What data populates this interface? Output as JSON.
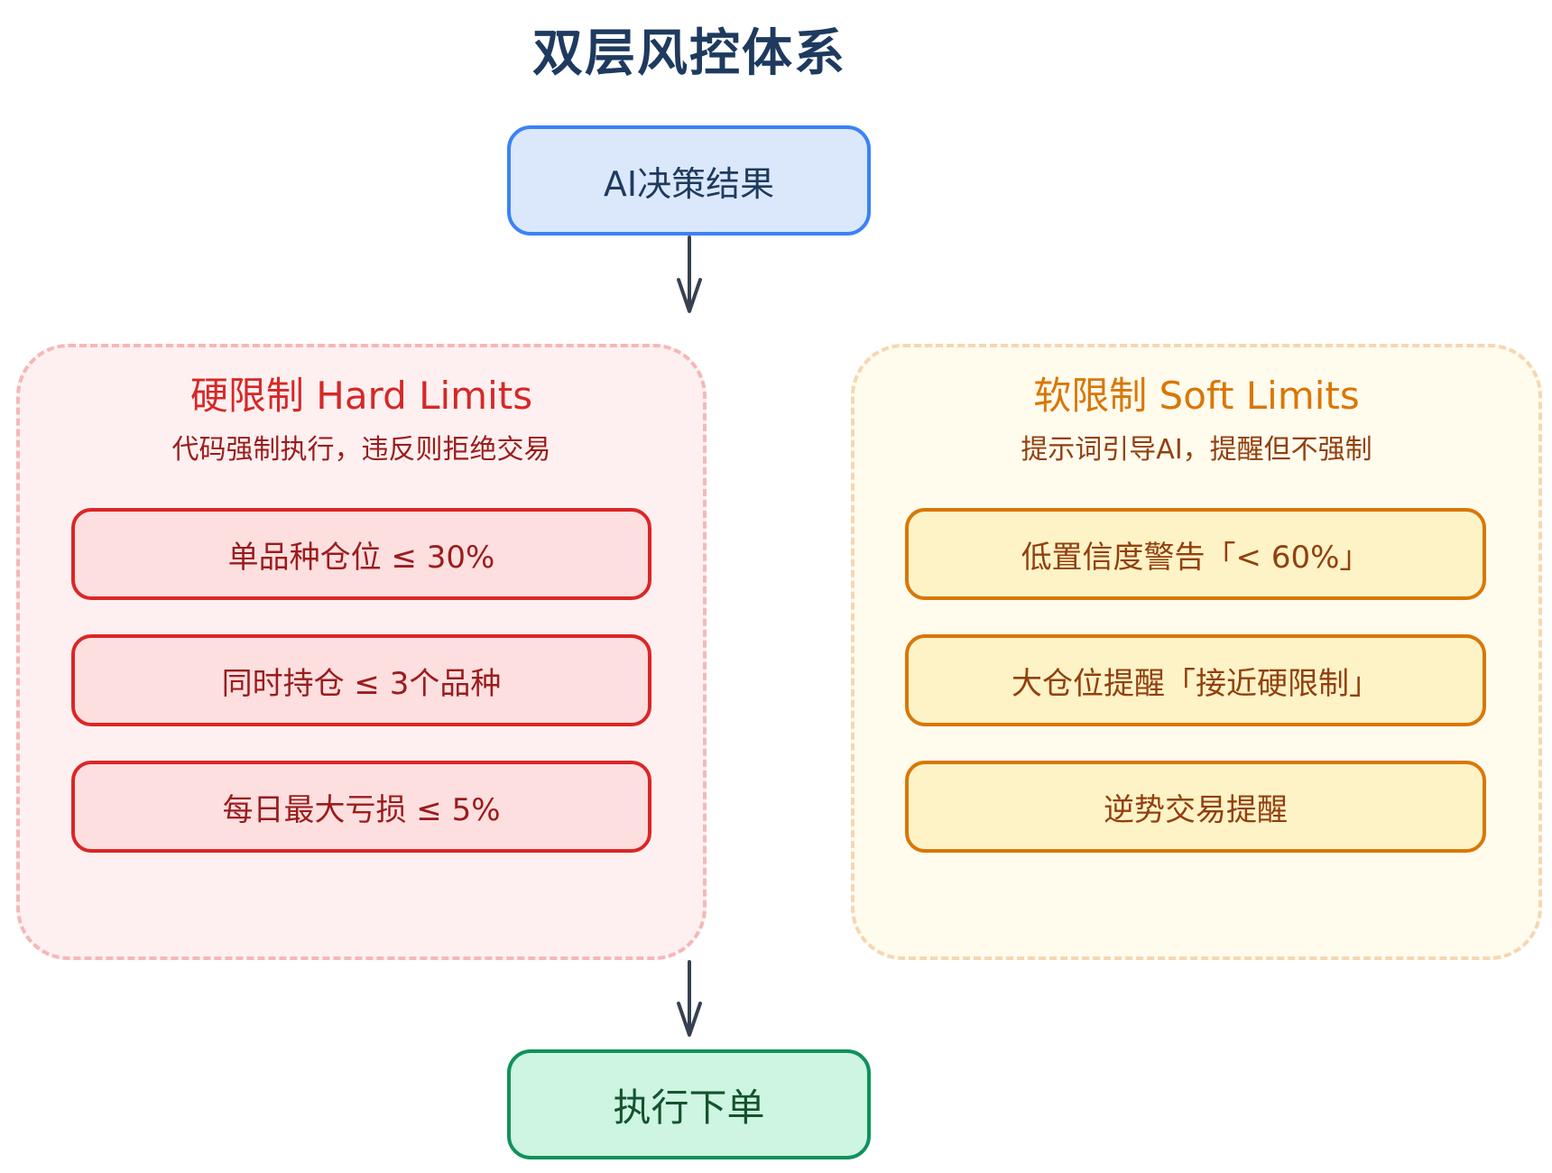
{
  "title": "双层风控体系",
  "nodes": {
    "ai_decision": "AI决策结果",
    "execute_order": "执行下单"
  },
  "hard_limits": {
    "title": "硬限制 Hard Limits",
    "subtitle": "代码强制执行，违反则拒绝交易",
    "items": [
      "单品种仓位 ≤ 30%",
      "同时持仓 ≤ 3个品种",
      "每日最大亏损 ≤ 5%"
    ]
  },
  "soft_limits": {
    "title": "软限制 Soft Limits",
    "subtitle": "提示词引导AI，提醒但不强制",
    "items": [
      "低置信度警告「< 60%」",
      "大仓位提醒「接近硬限制」",
      "逆势交易提醒"
    ]
  },
  "colors": {
    "title": "#1e3a5f",
    "ai_node_border": "#3b82f6",
    "ai_node_fill": "#dbe8fc",
    "hard_accent": "#dc2626",
    "hard_fill": "#fddfe0",
    "soft_accent": "#d97706",
    "soft_fill": "#fef3c7",
    "exec_node_border": "#10915a",
    "exec_node_fill": "#cdf5e2",
    "arrow": "#374151"
  }
}
